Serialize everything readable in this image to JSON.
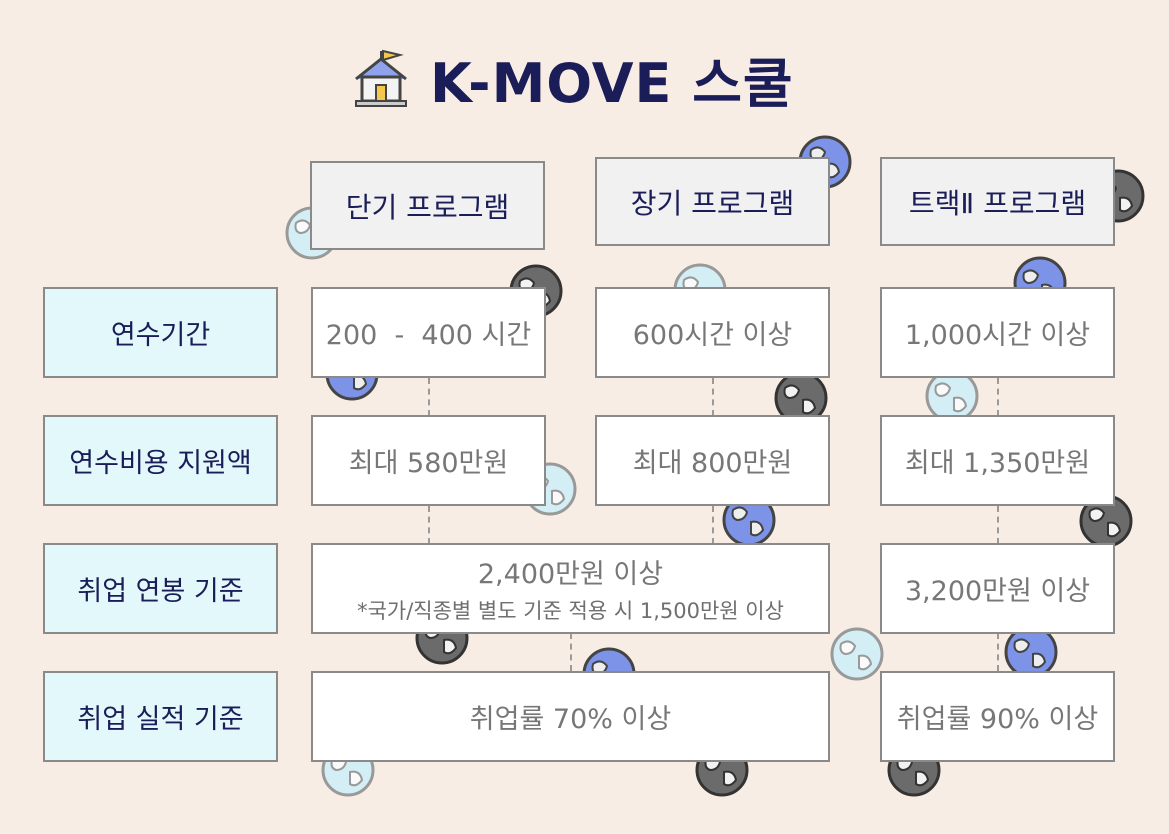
{
  "title": "K-MOVE 스쿨",
  "icons": {
    "title": "house-flag-icon",
    "decoration": "globe-icon"
  },
  "colors": {
    "background": "#f8ede4",
    "title": "#1a1d57",
    "label_bg": "#e3f8fa",
    "header_bg": "#f1f1f1",
    "cell_text": "#777777"
  },
  "headers": [
    "단기 프로그램",
    "장기 프로그램",
    "트랙Ⅱ 프로그램"
  ],
  "row_labels": [
    "연수기간",
    "연수비용 지원액",
    "취업 연봉 기준",
    "취업 실적 기준"
  ],
  "rows": {
    "duration": [
      "200  -  400 시간",
      "600시간 이상",
      "1,000시간 이상"
    ],
    "cost": [
      "최대 580만원",
      "최대 800만원",
      "최대 1,350만원"
    ],
    "salary": {
      "merged": "2,400만원 이상",
      "merged_note": "*국가/직종별 별도 기준 적용 시 1,500만원 이상",
      "track2": "3,200만원 이상"
    },
    "employment": {
      "merged": "취업률 70% 이상",
      "track2": "취업률 90% 이상"
    }
  }
}
